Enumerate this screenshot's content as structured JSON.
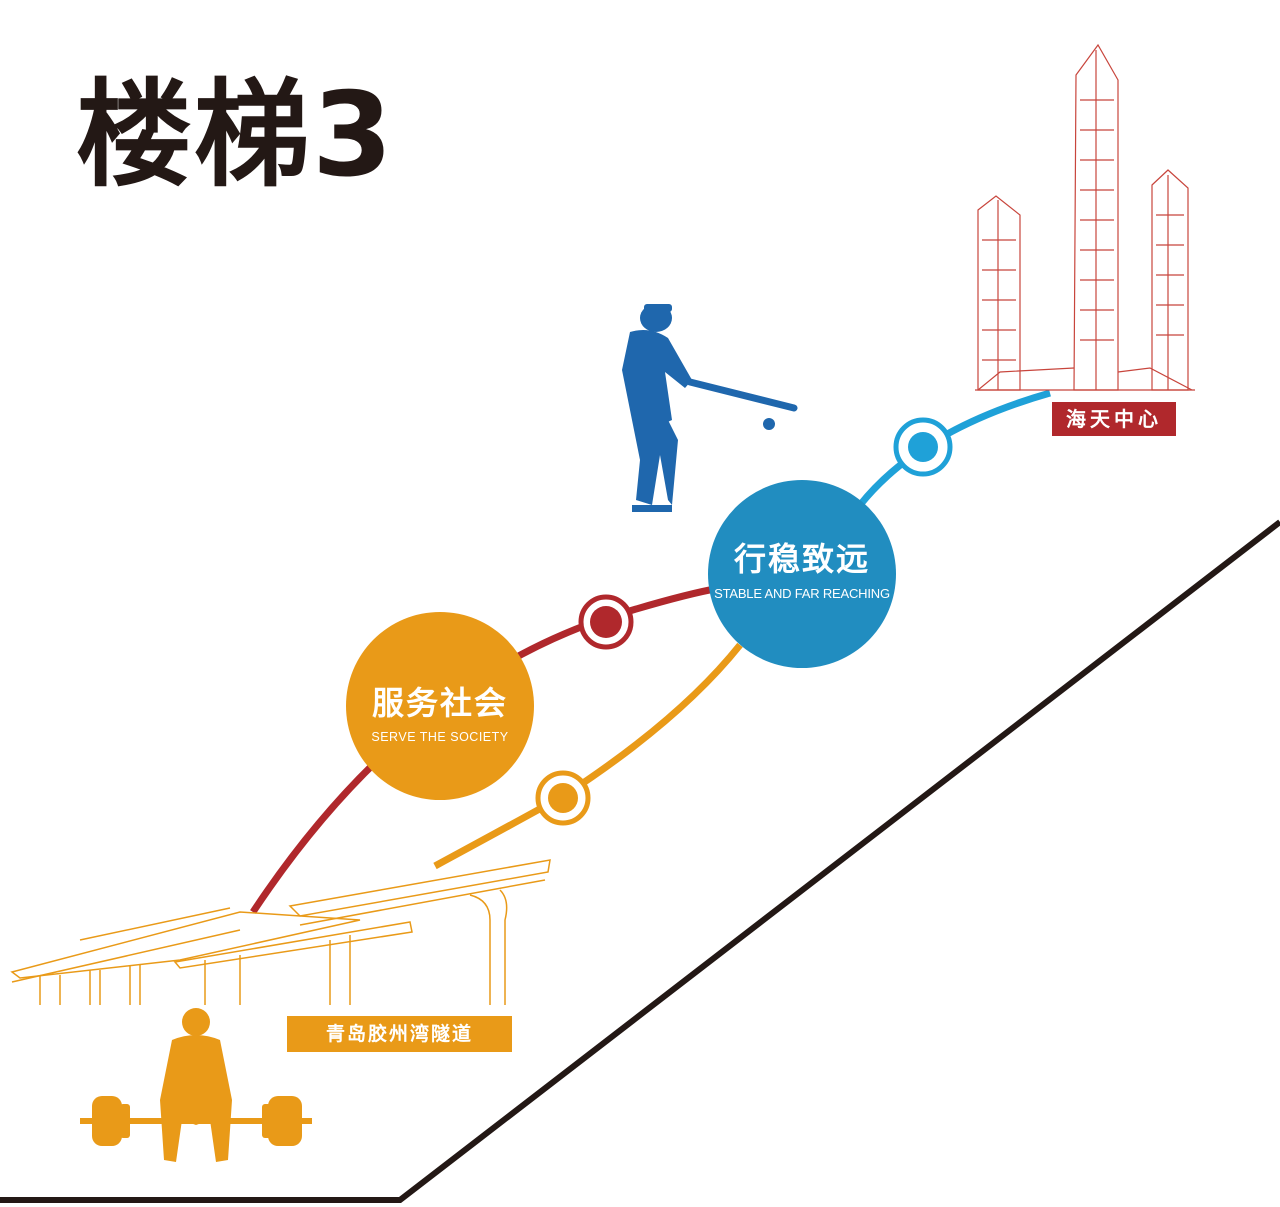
{
  "title": "楼梯3",
  "milestones": {
    "serve": {
      "zh": "服务社会",
      "en": "SERVE THE SOCIETY"
    },
    "stable": {
      "zh": "行稳致远",
      "en": "STABLE AND FAR REACHING"
    }
  },
  "labels": {
    "landmark_top": "海天中心",
    "landmark_bottom": "青岛胶州湾隧道"
  },
  "colors": {
    "red": "#b0282c",
    "orange": "#e99a18",
    "blue": "#218dc0",
    "dark_blue": "#1f67ad",
    "black": "#231815"
  }
}
